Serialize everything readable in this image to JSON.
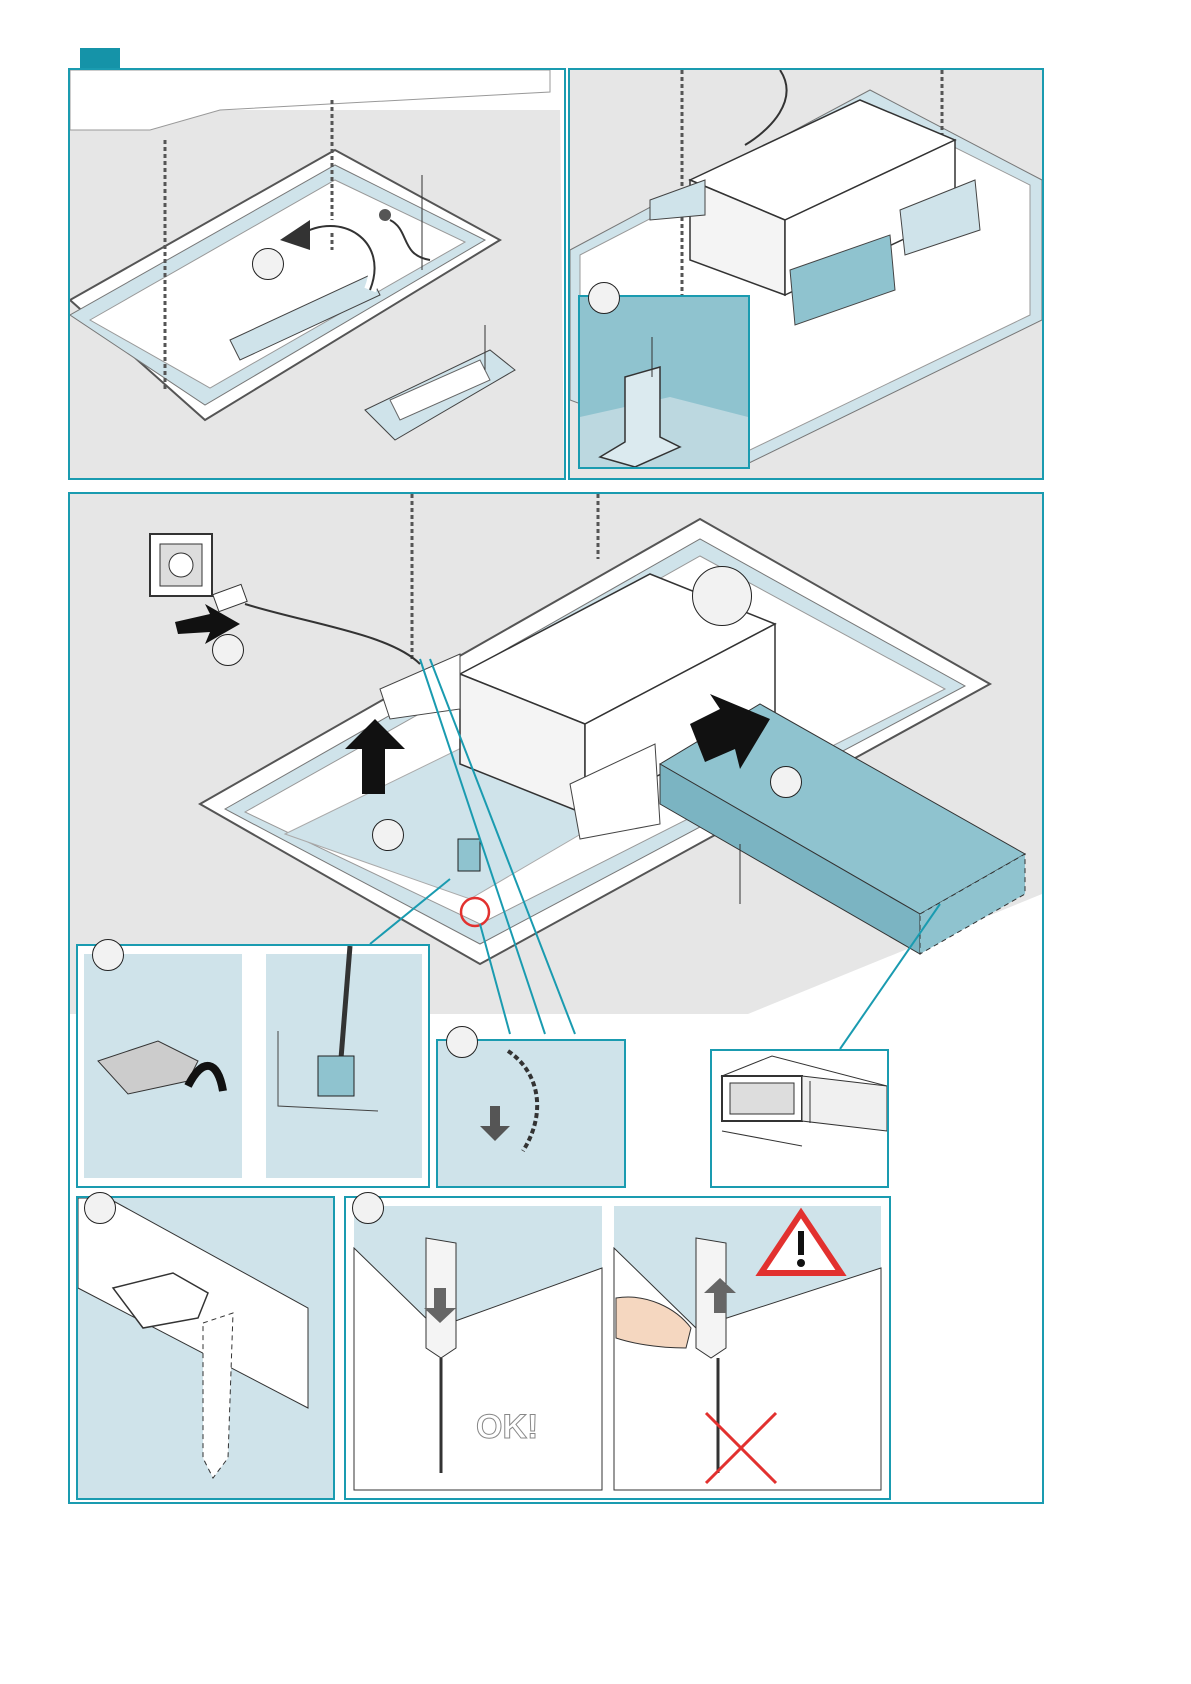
{
  "steps": [
    {
      "id": "top-step",
      "label": ""
    },
    {
      "id": "bottom-step",
      "label": ""
    }
  ],
  "ok_label": "OK!",
  "colors": {
    "accent": "#1593a8",
    "frame_border": "#1a9bb0",
    "duct_blue": "#8fc3cf",
    "panel_light": "#cfe3ea",
    "warning_red": "#e2312f",
    "ceiling_grey": "#e8e8e8"
  },
  "icons": [
    "chain-icon",
    "plug-icon",
    "wall-socket-icon",
    "arrow-icon",
    "warning-triangle-icon",
    "hand-icon",
    "cross-icon",
    "allen-key-icon"
  ]
}
